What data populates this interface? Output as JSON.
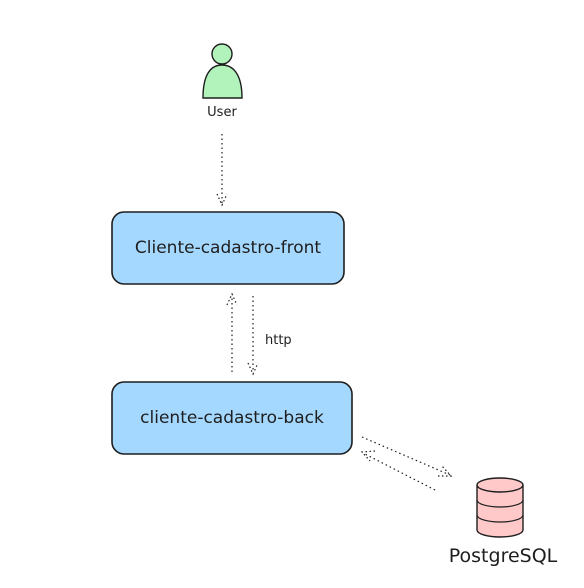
{
  "diagram": {
    "actor": {
      "label": "User",
      "fill": "#b2f2bb"
    },
    "front": {
      "label": "Cliente-cadastro-front",
      "fill": "#a5d8ff"
    },
    "back": {
      "label": "cliente-cadastro-back",
      "fill": "#a5d8ff"
    },
    "database": {
      "label": "PostgreSQL",
      "fill": "#ffc9c9"
    },
    "edges": {
      "front_back_label": "http"
    },
    "colors": {
      "stroke": "#1e1e1e",
      "background": "#ffffff"
    }
  }
}
